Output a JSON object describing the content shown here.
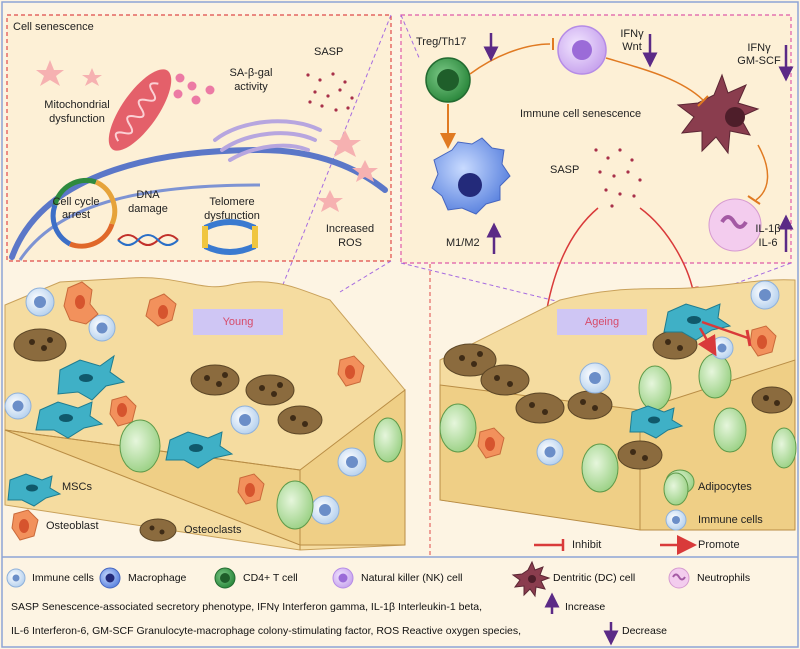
{
  "senescence_panel": {
    "title": "Cell senescence",
    "mito": "Mitochondrial\ndysfunction",
    "sagal": "SA-β-gal\nactivity",
    "sasp": "SASP",
    "cycle": "Cell cycle\narrest",
    "dna": "DNA\ndamage",
    "telomere": "Telomere\ndysfunction",
    "ros": "Increased\nROS"
  },
  "immune_panel": {
    "treg": "Treg/Th17",
    "nk_factors": "IFNγ\nWnt",
    "dc_factors": "IFNγ\nGM-SCF",
    "title": "Immune cell senescence",
    "sasp": "SASP",
    "m1m2": "M1/M2",
    "il": "IL-1β\nIL-6"
  },
  "bone": {
    "young": "Young",
    "ageing": "Ageing",
    "mscs": "MSCs",
    "osteoblast": "Osteoblast",
    "osteoclasts": "Osteoclasts",
    "adipocytes": "Adipocytes",
    "immune": "Immune cells",
    "inhibit": "Inhibit",
    "promote": "Promote"
  },
  "legend": {
    "items": [
      "Immune cells",
      "Macrophage",
      "CD4+ T cell",
      "Natural killer (NK) cell",
      "Dentritic (DC) cell",
      "Neutrophils"
    ],
    "line1": "SASP Senescence-associated secretory phenotype, IFNγ Interferon gamma, IL-1β Interleukin-1 beta,",
    "line2": "IL-6 Interferon-6, GM-SCF Granulocyte-macrophage colony-stimulating factor, ROS Reactive oxygen species,",
    "increase": "Increase",
    "decrease": "Decrease"
  },
  "colors": {
    "background": "#fdf4e3",
    "frame": "#8da4d6",
    "dashed_red": "#e04a4a",
    "dashed_magenta": "#e05aa8",
    "dashed_violet": "#a66be0",
    "arrow_increase": "#5b2a86",
    "promote": "#d93a3a",
    "inhibit": "#d93a3a",
    "orange_arrow": "#e07a22",
    "badge": "#cfc6f4",
    "badge_text": "#d64b6a"
  }
}
